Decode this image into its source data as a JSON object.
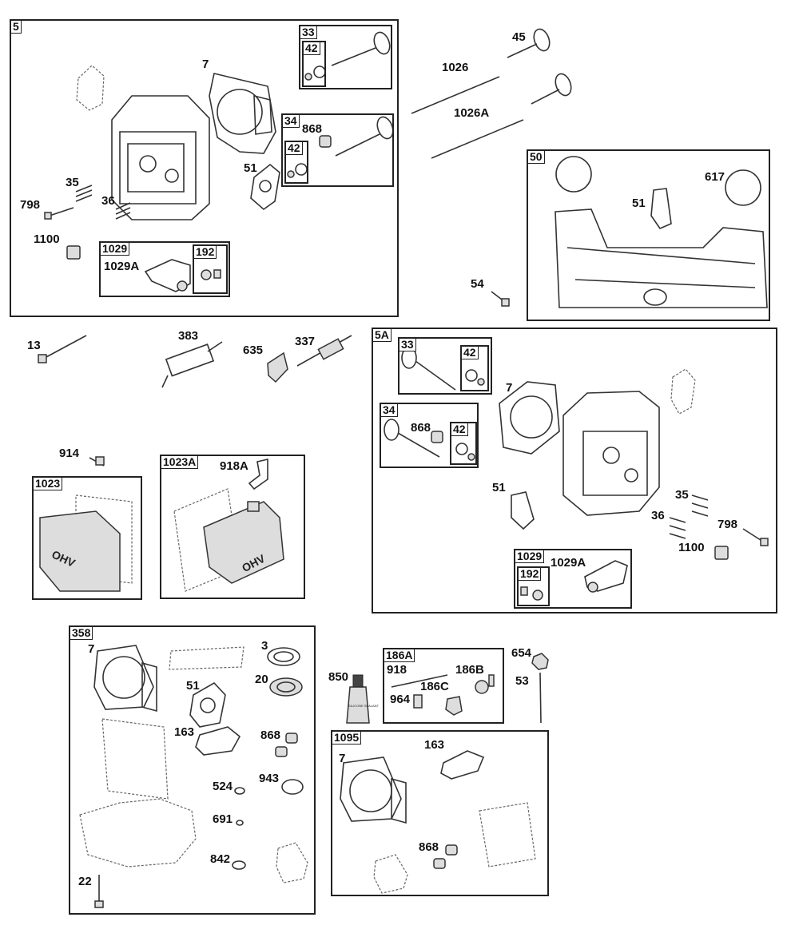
{
  "groups": {
    "g5": "5",
    "g33a": "33",
    "g42a": "42",
    "g34a": "34",
    "g42b": "42",
    "g1029a": "1029",
    "g192a": "192",
    "g50": "50",
    "g5A": "5A",
    "g33b": "33",
    "g42c": "42",
    "g34b": "34",
    "g42d": "42",
    "g1029b": "1029",
    "g192b": "192",
    "g1023": "1023",
    "g1023A": "1023A",
    "g358": "358",
    "g186A": "186A",
    "g1095": "1095"
  },
  "labels": {
    "l_7a": "7",
    "l_45": "45",
    "l_1026": "1026",
    "l_1026A": "1026A",
    "l_868a": "868",
    "l_51a": "51",
    "l_35a": "35",
    "l_798a": "798",
    "l_36a": "36",
    "l_1100a": "1100",
    "l_1029Aa": "1029A",
    "l_617": "617",
    "l_51b": "51",
    "l_54": "54",
    "l_13": "13",
    "l_383": "383",
    "l_635": "635",
    "l_337": "337",
    "l_7b": "7",
    "l_868b": "868",
    "l_51c": "51",
    "l_35b": "35",
    "l_36b": "36",
    "l_798b": "798",
    "l_1100b": "1100",
    "l_1029Ab": "1029A",
    "l_914": "914",
    "l_918A": "918A",
    "l_7c": "7",
    "l_3": "3",
    "l_51d": "51",
    "l_20": "20",
    "l_163a": "163",
    "l_868c": "868",
    "l_524": "524",
    "l_943": "943",
    "l_691": "691",
    "l_842": "842",
    "l_22": "22",
    "l_850": "850",
    "l_918": "918",
    "l_186B": "186B",
    "l_186C": "186C",
    "l_964": "964",
    "l_654": "654",
    "l_53": "53",
    "l_7d": "7",
    "l_163b": "163",
    "l_868d": "868"
  },
  "valve_cover_text": "OHV",
  "sealant_text": "SILICONE SEALANT"
}
